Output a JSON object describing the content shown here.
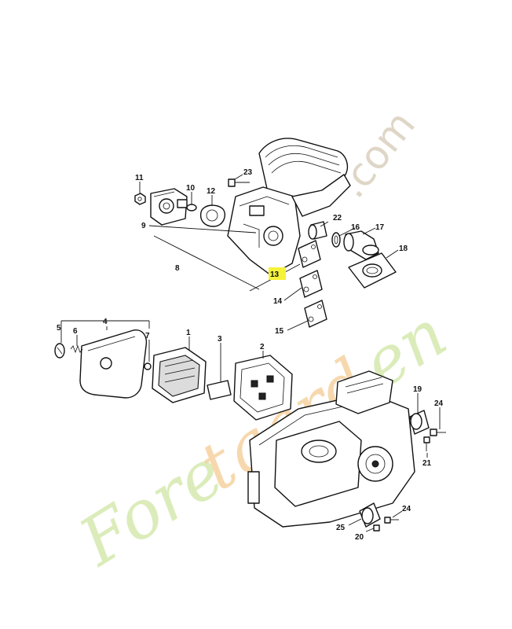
{
  "watermark": {
    "site": ".com",
    "brand_a": "Fore",
    "brand_b": "tgard",
    "brand_c": "en",
    "color_green": "#cfe6a4",
    "color_orange": "#f6cf9a",
    "color_grey": "#dcd2c2"
  },
  "highlight": {
    "callout": "13",
    "color": "#f5f23a"
  },
  "callouts": {
    "c1": "1",
    "c2": "2",
    "c3": "3",
    "c4": "4",
    "c5": "5",
    "c6": "6",
    "c7": "7",
    "c8": "8",
    "c9": "9",
    "c10": "10",
    "c11": "11",
    "c12": "12",
    "c13": "13",
    "c14": "14",
    "c15": "15",
    "c16": "16",
    "c17": "17",
    "c18": "18",
    "c19": "19",
    "c20": "20",
    "c21": "21",
    "c22": "22",
    "c23": "23",
    "c24a": "24",
    "c24b": "24",
    "c25": "25"
  }
}
